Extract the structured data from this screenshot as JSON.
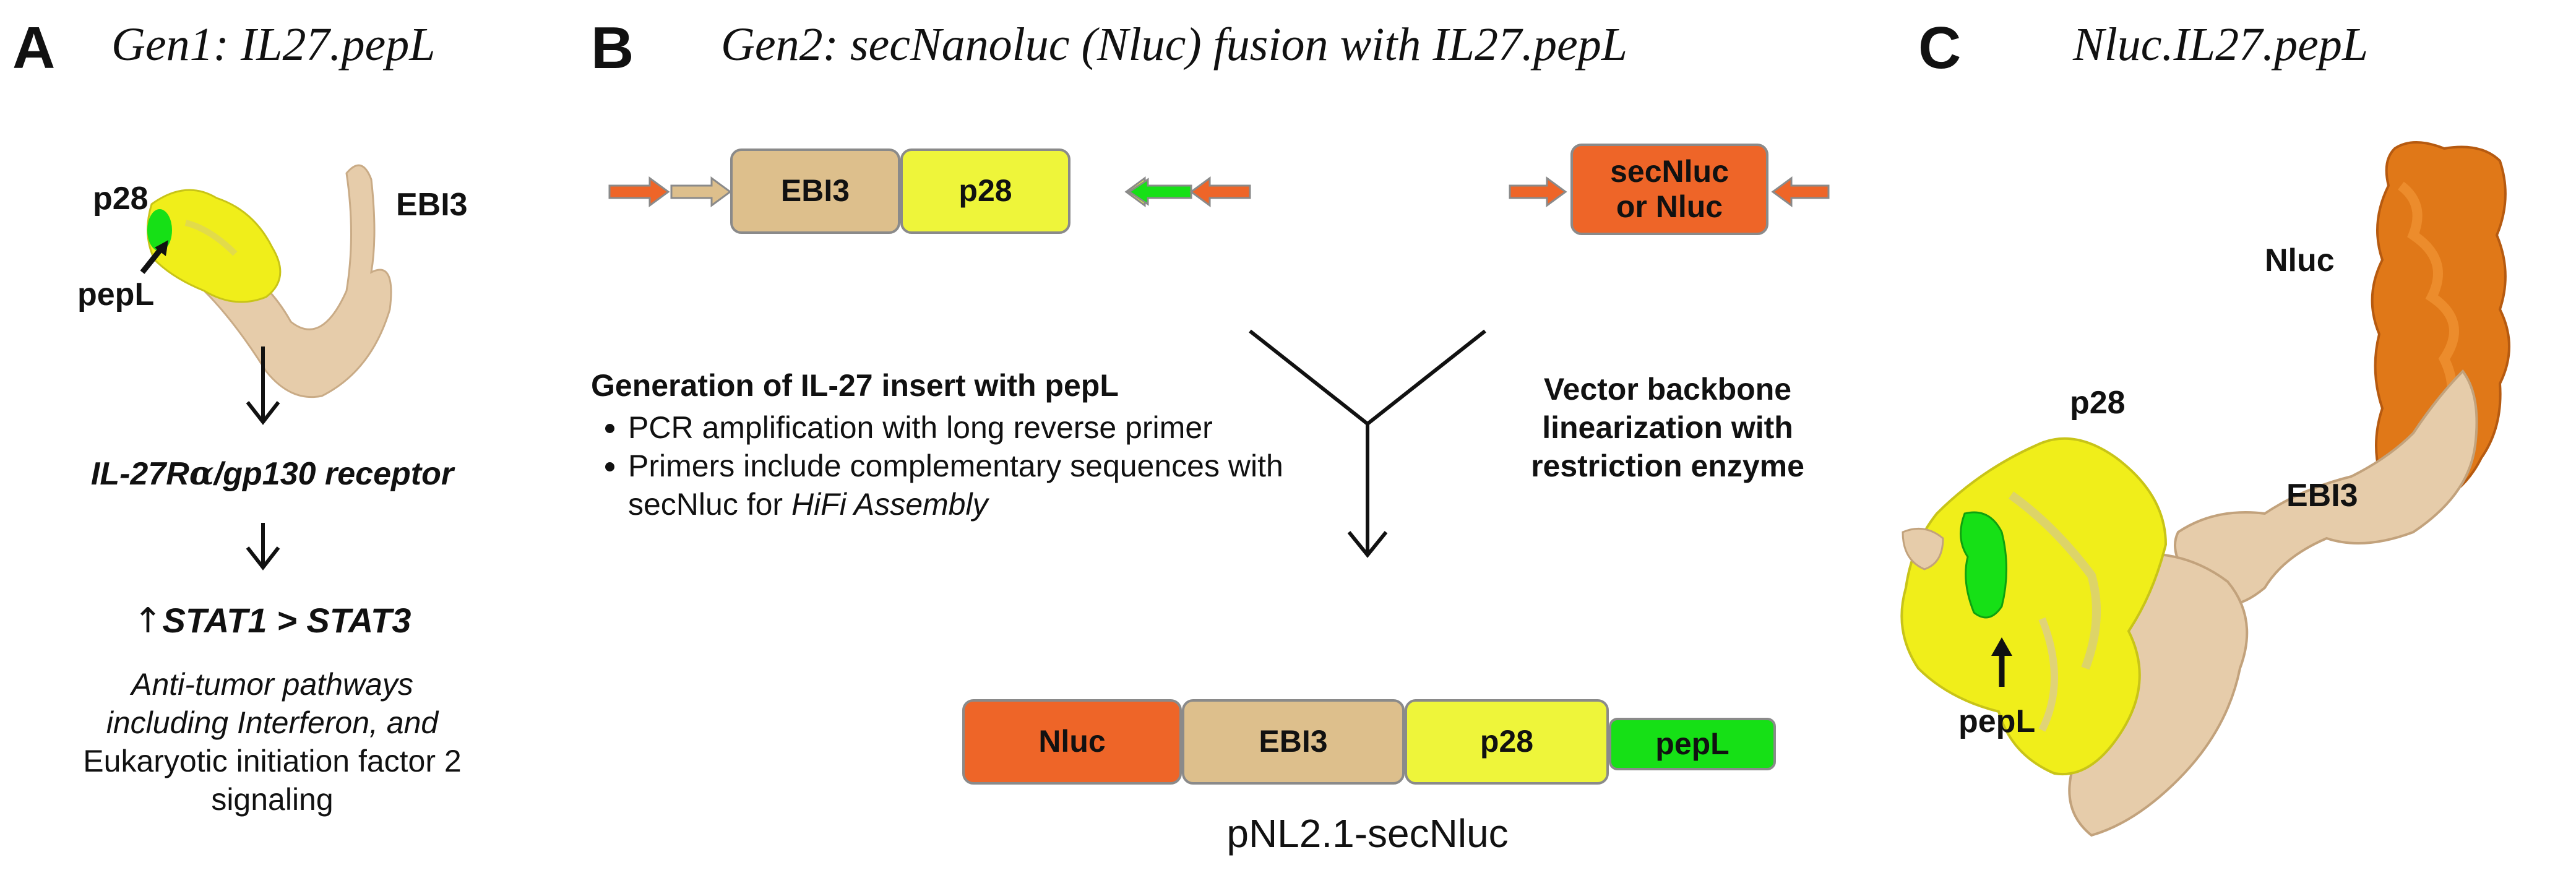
{
  "panel_a": {
    "letter": "A",
    "title": "Gen1: IL27.pepL",
    "label_p28": "p28",
    "label_ebi3": "EBI3",
    "label_pepl": "pepL",
    "receptor_pre": "IL-27R",
    "receptor_alpha": "α",
    "receptor_post": "/gp130 receptor",
    "stat_up_arrow": "↑",
    "stat_text": "STAT1 > STAT3",
    "pathways_italic": "Anti-tumor pathways including Interferon, and",
    "pathways_normal": "Eukaryotic initiation factor 2 signaling"
  },
  "panel_b": {
    "letter": "B",
    "title": "Gen2: secNanoluc (Nluc) fusion with IL27.pepL",
    "box_ebi3": "EBI3",
    "box_p28": "p28",
    "box_secnluc_line1": "secNluc",
    "box_secnluc_line2": "or Nluc",
    "generation_heading": "Generation of IL-27 insert with pepL",
    "bullet1": "PCR amplification with long reverse primer",
    "bullet2_pre": "Primers include complementary sequences with secNluc for ",
    "bullet2_italic": "HiFi Assembly",
    "vector_text": "Vector backbone linearization with restriction enzyme",
    "final_nluc": "Nluc",
    "final_ebi3": "EBI3",
    "final_p28": "p28",
    "final_pepl": "pepL",
    "plasmid": "pNL2.1-secNluc"
  },
  "panel_c": {
    "letter": "C",
    "title": "Nluc.IL27.pepL",
    "label_nluc": "Nluc",
    "label_p28": "p28",
    "label_ebi3": "EBI3",
    "label_pepl": "pepL"
  },
  "colors": {
    "orange": "#EE6528",
    "orange_protein": "#E07818",
    "tan": "#DDBF8C",
    "tan_protein": "#E6CCAA",
    "yellow": "#EEF53A",
    "yellow_protein": "#F0EE1A",
    "green": "#16E016",
    "box_border": "#8a8a8a"
  }
}
